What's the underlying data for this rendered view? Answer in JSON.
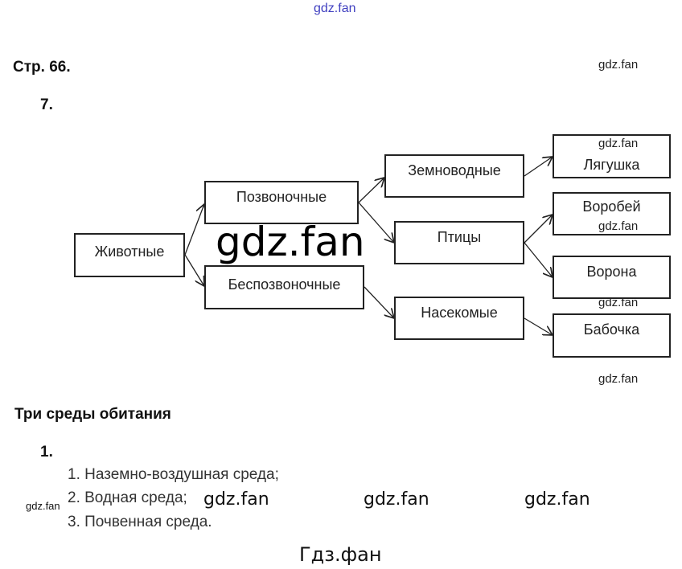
{
  "watermarks": {
    "top": "gdz.fan",
    "w1": "gdz.fan",
    "w2": "gdz.fan",
    "w3": "gdz.fan",
    "w4": "gdz.fan",
    "w5": "gdz.fan",
    "big": "gdz.fan",
    "left": "gdz.fan",
    "row1": "gdz.fan",
    "row2": "gdz.fan",
    "row3": "gdz.fan",
    "bottom": "Гдз.фан"
  },
  "page_heading": "Стр. 66.",
  "task_number": "7.",
  "diagram": {
    "animals": "Животные",
    "vertebrates": "Позвоночные",
    "invertebrates": "Беспозвоночные",
    "amphibians": "Земноводные",
    "birds": "Птицы",
    "insects": "Насекомые",
    "frog": "Лягушка",
    "sparrow": "Воробей",
    "crow": "Ворона",
    "butterfly": "Бабочка"
  },
  "section_title": "Три среды обитания",
  "section_task": "1.",
  "list": [
    "1. Наземно-воздушная среда;",
    "2. Водная среда;",
    "3. Почвенная среда."
  ]
}
